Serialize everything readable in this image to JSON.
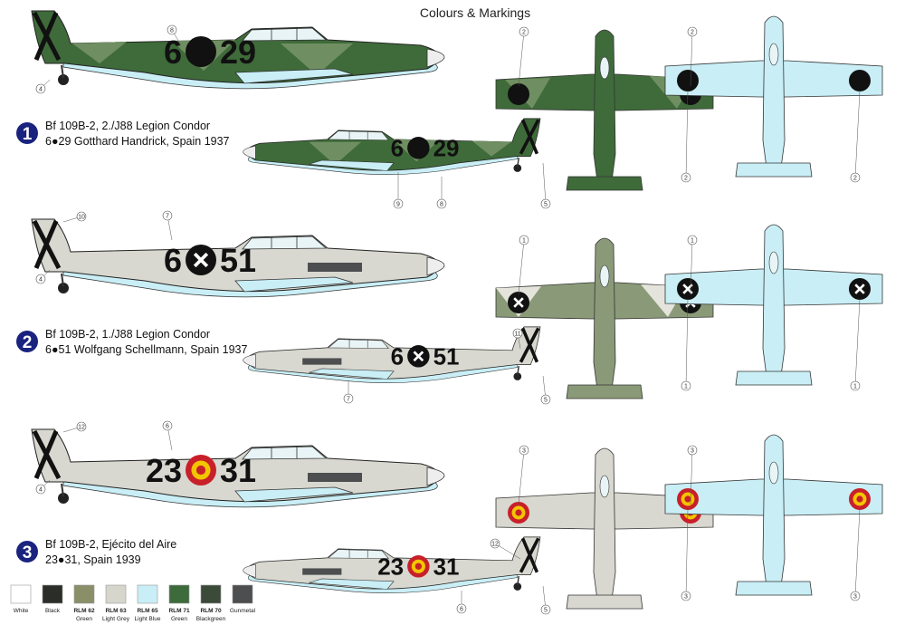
{
  "title": "Colours & Markings",
  "schemes": [
    {
      "number": "1",
      "line1": "Bf 109B-2, 2./J88 Legion Condor",
      "line2": "6●29 Gotthard Handrick, Spain 1937",
      "code_left": "6",
      "code_right": "29",
      "marking": "black-disc",
      "callouts_top": [
        "8",
        "4"
      ],
      "callouts_bottom": [
        "9",
        "8",
        "5"
      ],
      "callouts_upper": [
        "2",
        "2"
      ],
      "callouts_lower": [
        "2",
        "2"
      ]
    },
    {
      "number": "2",
      "line1": "Bf 109B-2, 1./J88 Legion Condor",
      "line2": "6●51 Wolfgang Schellmann, Spain 1937",
      "code_left": "6",
      "code_right": "51",
      "marking": "black-disc-cross",
      "callouts_top": [
        "10",
        "7",
        "4"
      ],
      "callouts_bottom": [
        "11",
        "7",
        "5"
      ],
      "callouts_upper": [
        "1",
        "1"
      ],
      "callouts_lower": [
        "1",
        "1"
      ]
    },
    {
      "number": "3",
      "line1": "Bf 109B-2, Ejécito del Aire",
      "line2": "23●31, Spain 1939",
      "code_left": "23",
      "code_right": "31",
      "marking": "spanish-roundel",
      "callouts_top": [
        "12",
        "6",
        "4"
      ],
      "callouts_bottom": [
        "12",
        "6",
        "5"
      ],
      "callouts_upper": [
        "3",
        "3"
      ],
      "callouts_lower": [
        "3",
        "3"
      ]
    }
  ],
  "swatches": [
    {
      "label1": "White",
      "label2": "",
      "color": "#ffffff"
    },
    {
      "label1": "Black",
      "label2": "",
      "color": "#2a2d28"
    },
    {
      "label1": "RLM 62",
      "label2": "Green",
      "color": "#8a8f68"
    },
    {
      "label1": "RLM 63",
      "label2": "Light Grey",
      "color": "#d6d6cc"
    },
    {
      "label1": "RLM 65",
      "label2": "Light Blue",
      "color": "#c9eef6"
    },
    {
      "label1": "RLM 71",
      "label2": "Green",
      "color": "#3e6b3b"
    },
    {
      "label1": "RLM 70",
      "label2": "Blackgreen",
      "color": "#3c4a3a"
    },
    {
      "label1": "Gunmetal",
      "label2": "",
      "color": "#4c4e50"
    }
  ],
  "colors": {
    "badge": "#1a237e",
    "green": "#3f6b3a",
    "green_light": "#6f8f62",
    "grey": "#d8d8d0",
    "blue": "#c9eef6",
    "red": "#c8202a",
    "yellow": "#f2c500"
  }
}
